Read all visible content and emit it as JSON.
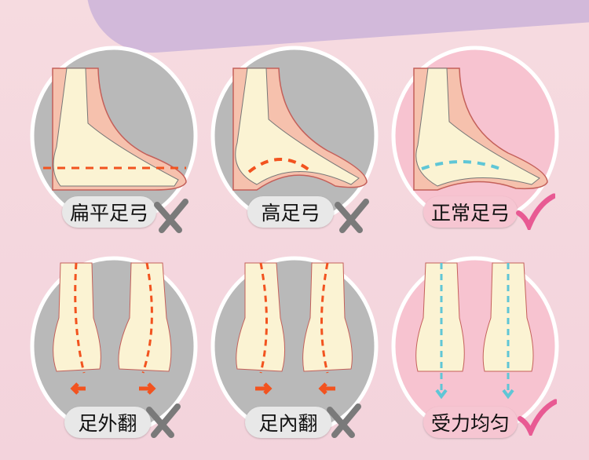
{
  "arch_row": [
    {
      "label": "扁平足弓",
      "verdict": "wrong",
      "line": "flat"
    },
    {
      "label": "高足弓",
      "verdict": "wrong",
      "line": "high"
    },
    {
      "label": "正常足弓",
      "verdict": "correct",
      "line": "normal"
    }
  ],
  "alignment_row": [
    {
      "label": "足外翻",
      "verdict": "wrong"
    },
    {
      "label": "足內翻",
      "verdict": "wrong"
    },
    {
      "label": "受力均匀",
      "verdict": "correct"
    }
  ],
  "colors": {
    "wrong_bg": "#b9b9b9",
    "correct_bg": "#f7c3d0",
    "bad_line": "#f2531f",
    "good_line": "#5fc6d6",
    "cross": "#7a7a7a",
    "check": "#e85a93",
    "bone": "#fbf3d3",
    "skin": "#f6c1ad"
  }
}
